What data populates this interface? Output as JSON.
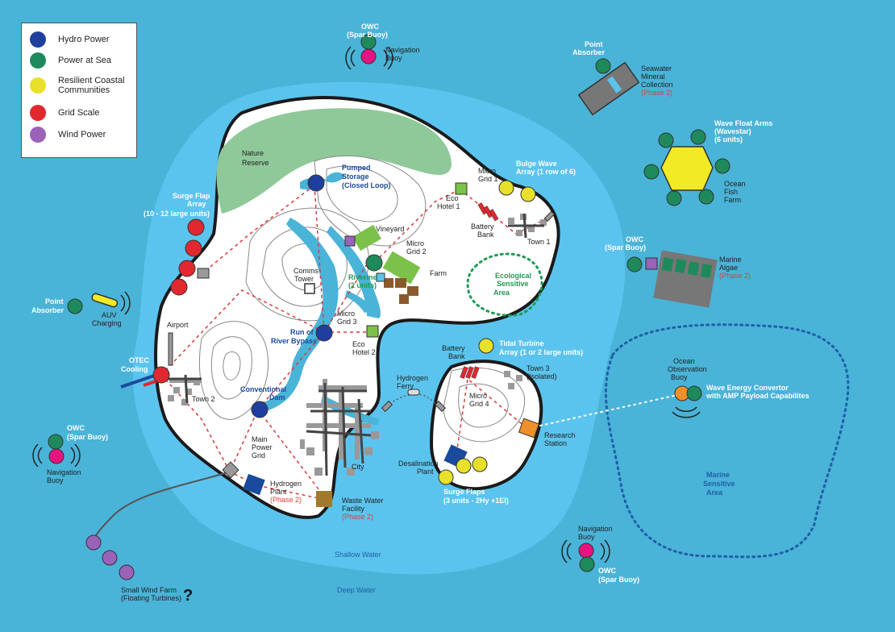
{
  "legend": [
    {
      "label": "Hydro Power",
      "color": "#1f3f9e"
    },
    {
      "label": "Power at Sea",
      "color": "#1e8a5c"
    },
    {
      "label": "Resilient Coastal Communities",
      "color": "#e8e02a"
    },
    {
      "label": "Grid Scale",
      "color": "#e0282e"
    },
    {
      "label": "Wind Power",
      "color": "#9a62b8"
    }
  ],
  "colors": {
    "ocean": "#4ab3d8",
    "shallow": "#5bc4ee",
    "land": "#ffffff",
    "nature": "#8fc99a",
    "grid_line": "#d93a3a",
    "river": "#4ab3d8"
  },
  "labels": {
    "owc_top": "OWC",
    "spar_buoy_top": "(Spar Buoy)",
    "nav_buoy_top_1": "Navigation",
    "nav_buoy_top_2": "Buoy",
    "point_absorber_right_1": "Point",
    "point_absorber_right_2": "Absorber",
    "seawater_1": "Seawater",
    "seawater_2": "Mineral",
    "seawater_3": "Collection",
    "seawater_phase": "(Phase 2)",
    "wavefloat_1": "Wave Float Arms",
    "wavefloat_2": "(Wavestar)",
    "wavefloat_3": "(6 units)",
    "ocean_fish_1": "Ocean",
    "ocean_fish_2": "Fish",
    "ocean_fish_3": "Farm",
    "owc_right_1": "OWC",
    "owc_right_2": "(Spar Buoy)",
    "marine_algae_1": "Marine",
    "marine_algae_2": "Algae",
    "marine_algae_phase": "(Phase 2)",
    "nature_reserve_1": "Nature",
    "nature_reserve_2": "Reserve",
    "pumped_1": "Pumped",
    "pumped_2": "Storage",
    "pumped_3": "(Closed Loop)",
    "micro_grid_1_a": "Micro",
    "micro_grid_1_b": "Grid 1",
    "bulge_1": "Bulge Wave",
    "bulge_2": "Array (1 row of 6)",
    "eco_hotel_1_a": "Eco",
    "eco_hotel_1_b": "Hotel 1",
    "battery_bank_1": "Battery",
    "battery_bank_2": "Bank",
    "town_1": "Town 1",
    "vineyard": "Vineyard",
    "micro_grid_2_a": "Micro",
    "micro_grid_2_b": "Grid 2",
    "farm": "Farm",
    "riverine_1": "Riverine",
    "riverine_2": "(2 units)",
    "ecological_1": "Ecological",
    "ecological_2": "Sensitive",
    "ecological_3": "Area",
    "surge_flap_1": "Surge Flap",
    "surge_flap_2": "Array",
    "surge_flap_3": "(10 - 12 large units)",
    "comms_1": "Comms",
    "comms_2": "Tower",
    "point_absorber_left_1": "Point",
    "point_absorber_left_2": "Absorber",
    "auv_1": "AUV",
    "auv_2": "Charging",
    "airport": "Airport",
    "micro_grid_3_a": "Micro",
    "micro_grid_3_b": "Grid 3",
    "run_river_1": "Run of",
    "run_river_2": "River Bypass",
    "eco_hotel_2_a": "Eco",
    "eco_hotel_2_b": "Hotel 2",
    "otec_1": "OTEC",
    "otec_2": "Cooling",
    "town_2": "Town 2",
    "conventional_1": "Conventional",
    "conventional_2": "Dam",
    "hydrogen_ferry_1": "Hydrogen",
    "hydrogen_ferry_2": "Ferry",
    "battery_bank_b_1": "Battery",
    "battery_bank_b_2": "Bank",
    "tidal_1": "Tidal Turbine",
    "tidal_2": "Array (1 or 2 large units)",
    "town_3_a": "Town 3",
    "town_3_b": "(Isolated)",
    "micro_grid_4_a": "Micro",
    "micro_grid_4_b": "Grid 4",
    "research_1": "Research",
    "research_2": "Station",
    "ocean_obs_1": "Ocean",
    "ocean_obs_2": "Observation",
    "ocean_obs_3": "Buoy",
    "wave_energy_1": "Wave Energy Convertor",
    "wave_energy_2": "with AMP Payload Capabilites",
    "owc_left_1": "OWC",
    "owc_left_2": "(Spar Buoy)",
    "nav_left_1": "Navigation",
    "nav_left_2": "Buoy",
    "main_grid_1": "Main",
    "main_grid_2": "Power",
    "main_grid_3": "Grid",
    "city": "City",
    "desal_1": "Desalination",
    "desal_2": "Plant",
    "surge_flaps_1": "Surge Flaps",
    "surge_flaps_2": "(3 units - 2Hy +1El)",
    "hydrogen_plant_1": "Hydrogen",
    "hydrogen_plant_2": "Plant",
    "hydrogen_plant_phase": "(Phase 2)",
    "wastewater_1": "Waste Water",
    "wastewater_2": "Facility",
    "wastewater_phase": "(Phase 2)",
    "marine_sensitive_1": "Marine",
    "marine_sensitive_2": "Sensitive",
    "marine_sensitive_3": "Area",
    "shallow_water": "Shallow Water",
    "deep_water": "Deep Water",
    "nav_bottom_1": "Navigation",
    "nav_bottom_2": "Buoy",
    "owc_bottom_1": "OWC",
    "owc_bottom_2": "(Spar Buoy)",
    "wind_farm_1": "Small Wind Farm",
    "wind_farm_2": "(Floating Turbines)",
    "question": "?"
  }
}
